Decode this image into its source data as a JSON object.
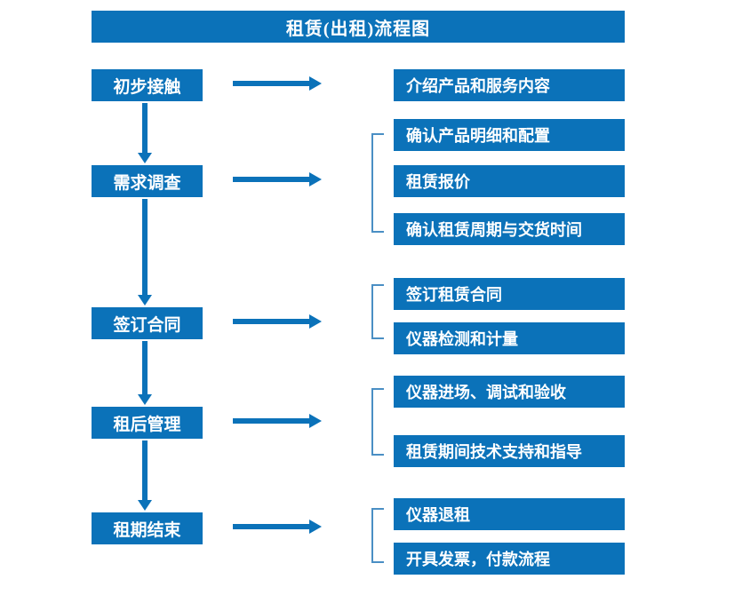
{
  "diagram": {
    "title": "租赁(出租)流程图",
    "accent_color": "#0b72b9",
    "bracket_color": "#4a8fc4",
    "text_color": "#ffffff",
    "background_color": "#ffffff"
  },
  "stages": [
    {
      "label": "初步接触",
      "details": [
        "介绍产品和服务内容"
      ]
    },
    {
      "label": "需求调查",
      "details": [
        "确认产品明细和配置",
        "租赁报价",
        "确认租赁周期与交货时间"
      ]
    },
    {
      "label": "签订合同",
      "details": [
        "签订租赁合同",
        "仪器检测和计量"
      ]
    },
    {
      "label": "租后管理",
      "details": [
        "仪器进场、调试和验收",
        "租赁期间技术支持和指导"
      ]
    },
    {
      "label": "租期结束",
      "details": [
        "仪器退租",
        "开具发票，付款流程"
      ]
    }
  ],
  "connectors": {
    "horizontal_arrow_icon": "arrow-right-icon",
    "vertical_arrow_icon": "arrow-down-icon",
    "bracket_icon": "group-bracket-icon"
  }
}
